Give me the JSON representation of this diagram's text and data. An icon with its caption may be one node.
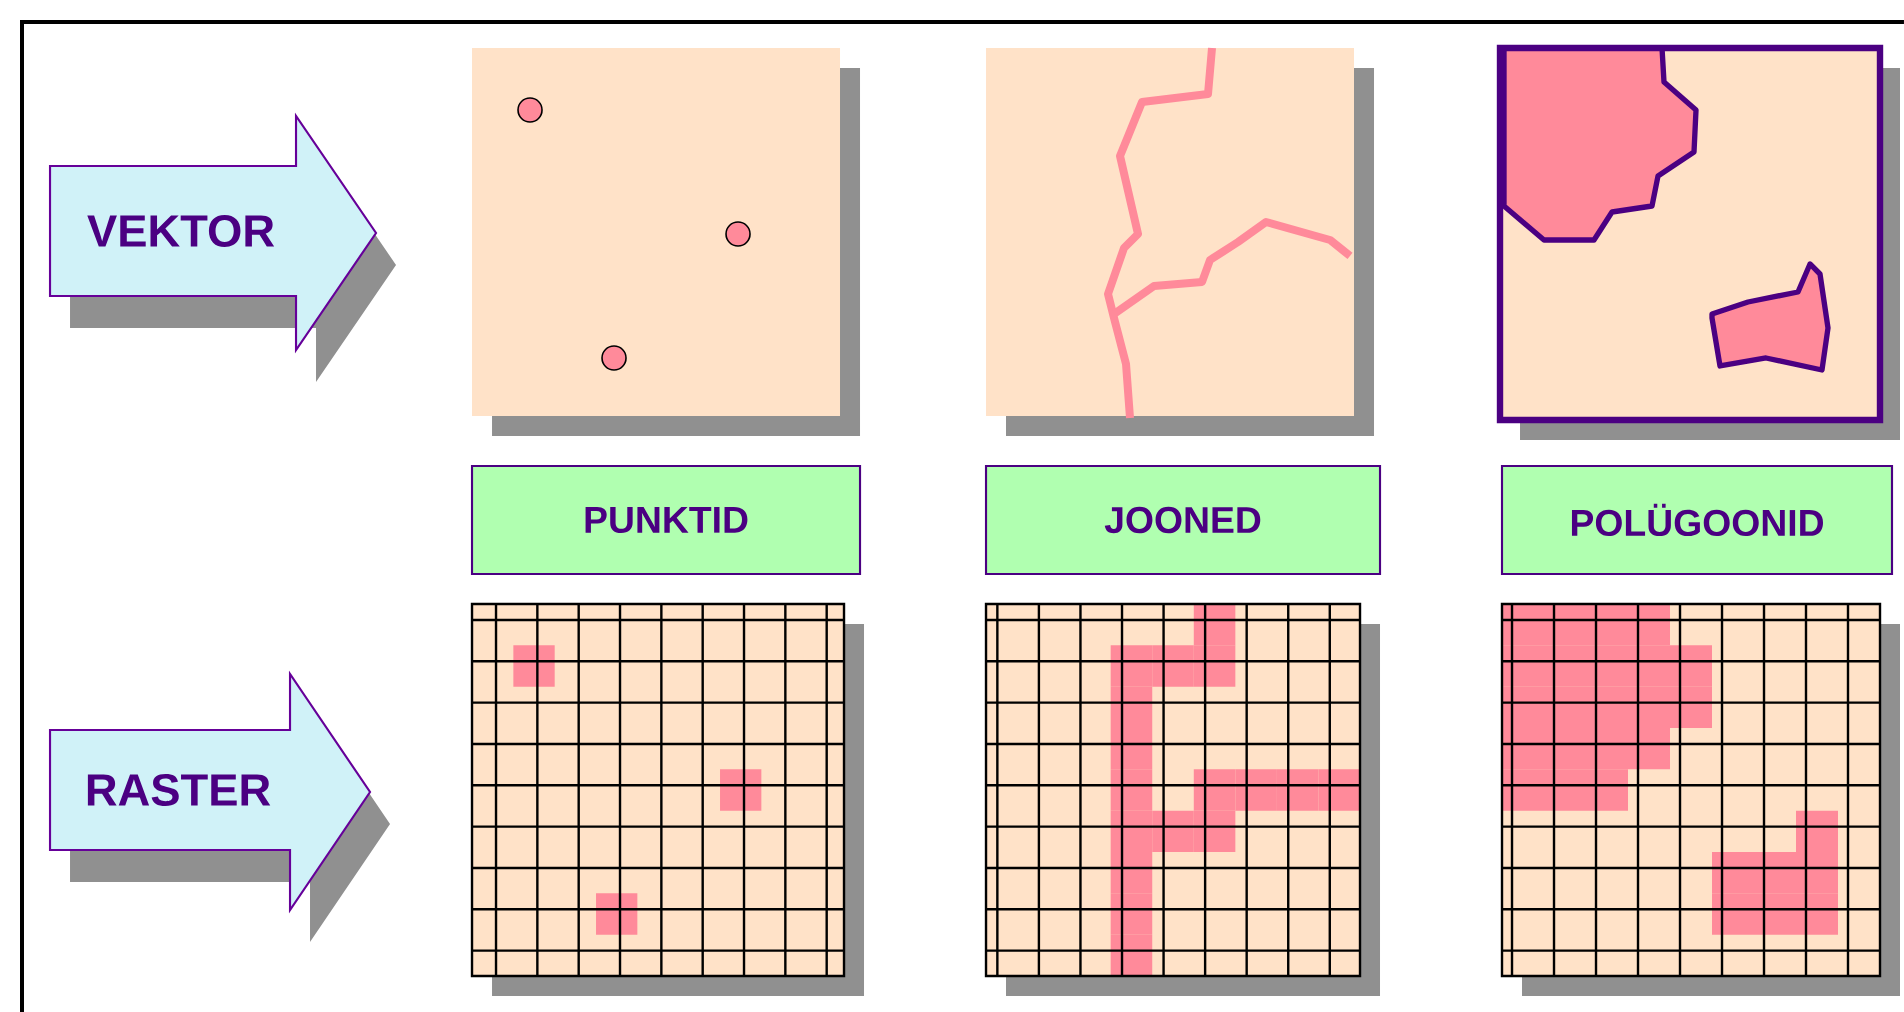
{
  "diagram": {
    "nodes": [
      {
        "text": [
          "VEKTOR"
        ]
      },
      {
        "text": [
          "RASTER"
        ]
      },
      {
        "text": [
          "PUNKTID"
        ]
      },
      {
        "text": [
          "JOONED"
        ]
      },
      {
        "text": [
          "POLÜGOONID"
        ]
      }
    ]
  }
}
